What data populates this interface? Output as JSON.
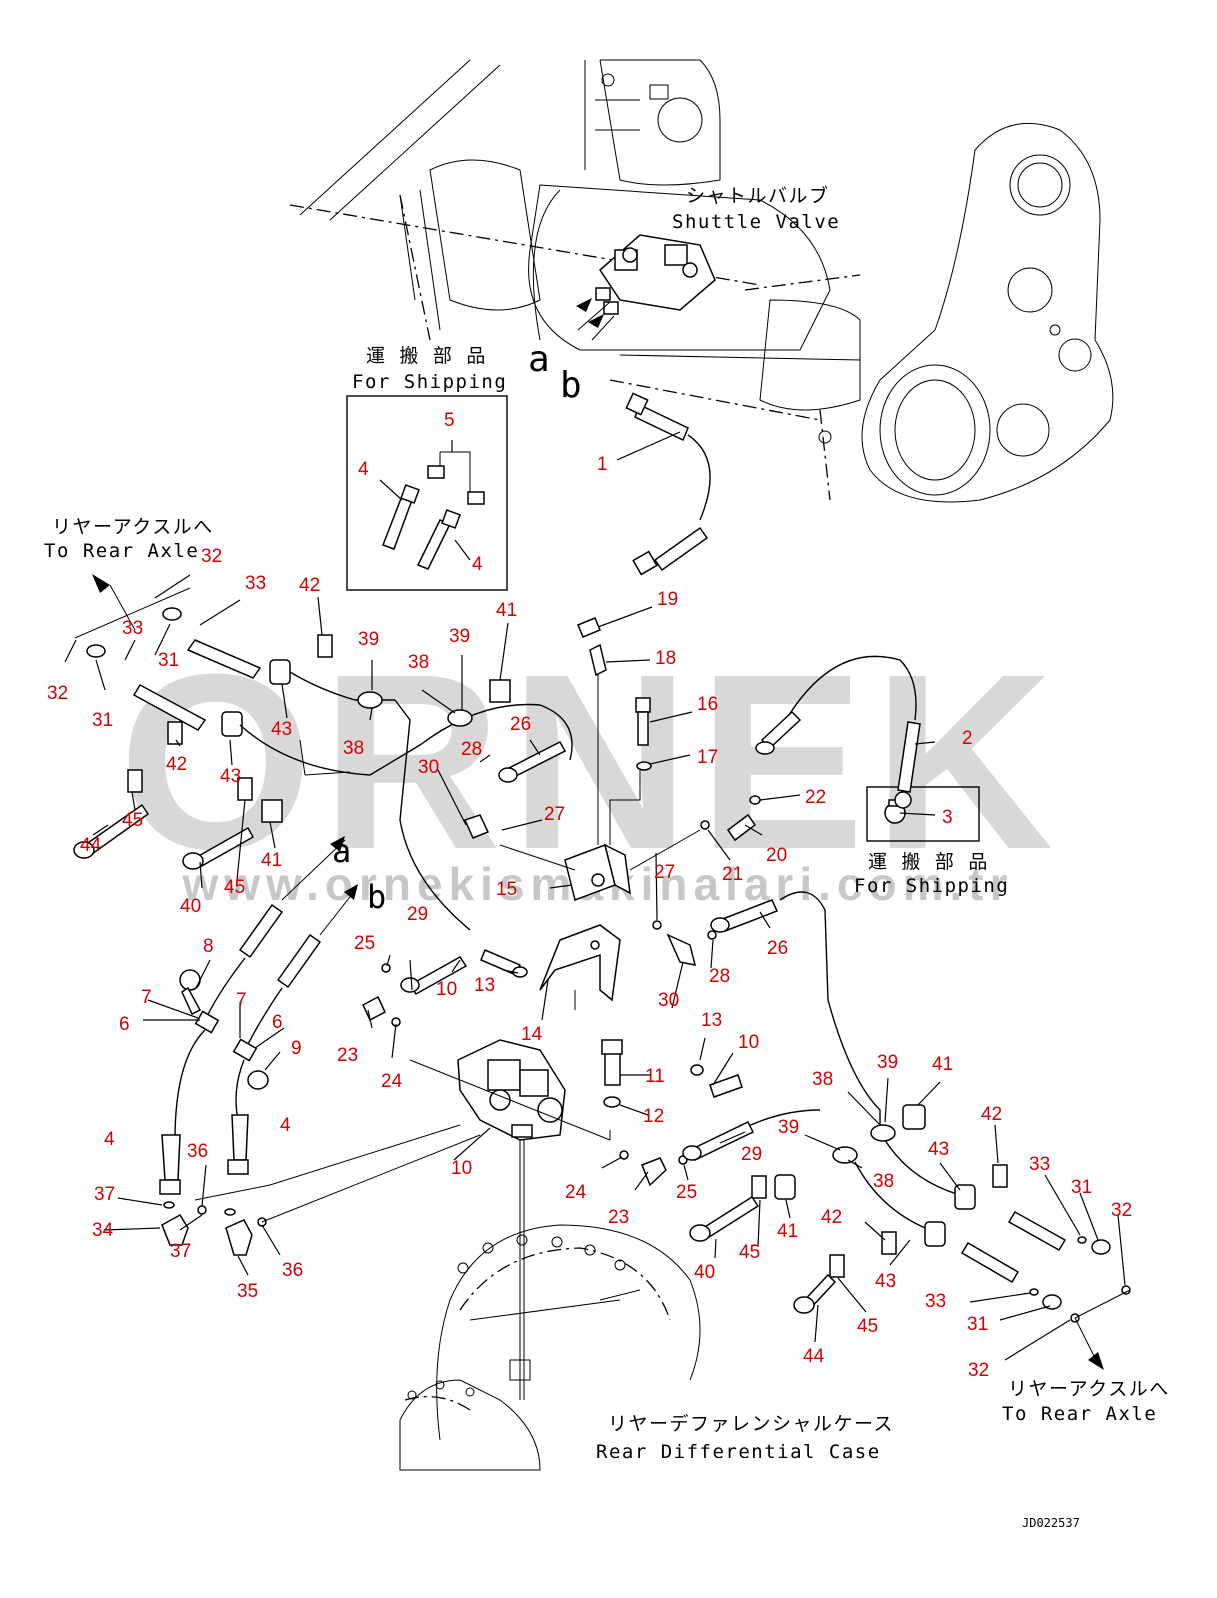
{
  "captions": {
    "shuttle_valve_jp": "シャトルバルブ",
    "shuttle_valve_en": "Shuttle Valve",
    "shipping_jp_1": "運 搬 部 品",
    "shipping_en_1": "For Shipping",
    "shipping_jp_2": "運 搬 部 品",
    "shipping_en_2": "For Shipping",
    "rear_axle_jp_left": "リヤーアクスルへ",
    "rear_axle_en_left": "To Rear Axle",
    "rear_axle_jp_right": "リヤーアクスルへ",
    "rear_axle_en_right": "To Rear Axle",
    "rear_diff_jp": "リヤーデファレンシャルケース",
    "rear_diff_en": "Rear Differential Case",
    "drawing_id": "JD022537"
  },
  "connection_letters": {
    "a_top": "a",
    "b_top": "b",
    "a_mid": "a",
    "b_mid": "b"
  },
  "watermark": {
    "brand": "ORNEK",
    "url": "www.ornekismakinalari.com.tr",
    "color": "#b9b9b9"
  },
  "callouts": [
    {
      "id": "c1",
      "text": "1"
    },
    {
      "id": "c2",
      "text": "2"
    },
    {
      "id": "c3",
      "text": "3"
    },
    {
      "id": "c4a",
      "text": "4"
    },
    {
      "id": "c4b",
      "text": "4"
    },
    {
      "id": "c5",
      "text": "5"
    },
    {
      "id": "c4c",
      "text": "4"
    },
    {
      "id": "c4d",
      "text": "4"
    },
    {
      "id": "c6a",
      "text": "6"
    },
    {
      "id": "c6b",
      "text": "6"
    },
    {
      "id": "c7a",
      "text": "7"
    },
    {
      "id": "c7b",
      "text": "7"
    },
    {
      "id": "c8",
      "text": "8"
    },
    {
      "id": "c9",
      "text": "9"
    },
    {
      "id": "c10a",
      "text": "10"
    },
    {
      "id": "c10b",
      "text": "10"
    },
    {
      "id": "c10c",
      "text": "10"
    },
    {
      "id": "c11",
      "text": "11"
    },
    {
      "id": "c12",
      "text": "12"
    },
    {
      "id": "c13a",
      "text": "13"
    },
    {
      "id": "c13b",
      "text": "13"
    },
    {
      "id": "c14",
      "text": "14"
    },
    {
      "id": "c15",
      "text": "15"
    },
    {
      "id": "c16",
      "text": "16"
    },
    {
      "id": "c17",
      "text": "17"
    },
    {
      "id": "c18",
      "text": "18"
    },
    {
      "id": "c19",
      "text": "19"
    },
    {
      "id": "c20",
      "text": "20"
    },
    {
      "id": "c21",
      "text": "21"
    },
    {
      "id": "c22",
      "text": "22"
    },
    {
      "id": "c23a",
      "text": "23"
    },
    {
      "id": "c23b",
      "text": "23"
    },
    {
      "id": "c24a",
      "text": "24"
    },
    {
      "id": "c24b",
      "text": "24"
    },
    {
      "id": "c25a",
      "text": "25"
    },
    {
      "id": "c25b",
      "text": "25"
    },
    {
      "id": "c26a",
      "text": "26"
    },
    {
      "id": "c26b",
      "text": "26"
    },
    {
      "id": "c27a",
      "text": "27"
    },
    {
      "id": "c27b",
      "text": "27"
    },
    {
      "id": "c28a",
      "text": "28"
    },
    {
      "id": "c28b",
      "text": "28"
    },
    {
      "id": "c29a",
      "text": "29"
    },
    {
      "id": "c29b",
      "text": "29"
    },
    {
      "id": "c30a",
      "text": "30"
    },
    {
      "id": "c30b",
      "text": "30"
    },
    {
      "id": "c31a",
      "text": "31"
    },
    {
      "id": "c31b",
      "text": "31"
    },
    {
      "id": "c31c",
      "text": "31"
    },
    {
      "id": "c31d",
      "text": "31"
    },
    {
      "id": "c32a",
      "text": "32"
    },
    {
      "id": "c32b",
      "text": "32"
    },
    {
      "id": "c32c",
      "text": "32"
    },
    {
      "id": "c32d",
      "text": "32"
    },
    {
      "id": "c33a",
      "text": "33"
    },
    {
      "id": "c33b",
      "text": "33"
    },
    {
      "id": "c33c",
      "text": "33"
    },
    {
      "id": "c33d",
      "text": "33"
    },
    {
      "id": "c34",
      "text": "34"
    },
    {
      "id": "c35",
      "text": "35"
    },
    {
      "id": "c36a",
      "text": "36"
    },
    {
      "id": "c36b",
      "text": "36"
    },
    {
      "id": "c37a",
      "text": "37"
    },
    {
      "id": "c37b",
      "text": "37"
    },
    {
      "id": "c38a",
      "text": "38"
    },
    {
      "id": "c38b",
      "text": "38"
    },
    {
      "id": "c38c",
      "text": "38"
    },
    {
      "id": "c38d",
      "text": "38"
    },
    {
      "id": "c39a",
      "text": "39"
    },
    {
      "id": "c39b",
      "text": "39"
    },
    {
      "id": "c39c",
      "text": "39"
    },
    {
      "id": "c39d",
      "text": "39"
    },
    {
      "id": "c40a",
      "text": "40"
    },
    {
      "id": "c40b",
      "text": "40"
    },
    {
      "id": "c41a",
      "text": "41"
    },
    {
      "id": "c41b",
      "text": "41"
    },
    {
      "id": "c41c",
      "text": "41"
    },
    {
      "id": "c41d",
      "text": "41"
    },
    {
      "id": "c42a",
      "text": "42"
    },
    {
      "id": "c42b",
      "text": "42"
    },
    {
      "id": "c42c",
      "text": "42"
    },
    {
      "id": "c42d",
      "text": "42"
    },
    {
      "id": "c43a",
      "text": "43"
    },
    {
      "id": "c43b",
      "text": "43"
    },
    {
      "id": "c43c",
      "text": "43"
    },
    {
      "id": "c43d",
      "text": "43"
    },
    {
      "id": "c44a",
      "text": "44"
    },
    {
      "id": "c44b",
      "text": "44"
    },
    {
      "id": "c45a",
      "text": "45"
    },
    {
      "id": "c45b",
      "text": "45"
    },
    {
      "id": "c45c",
      "text": "45"
    },
    {
      "id": "c45d",
      "text": "45"
    }
  ]
}
